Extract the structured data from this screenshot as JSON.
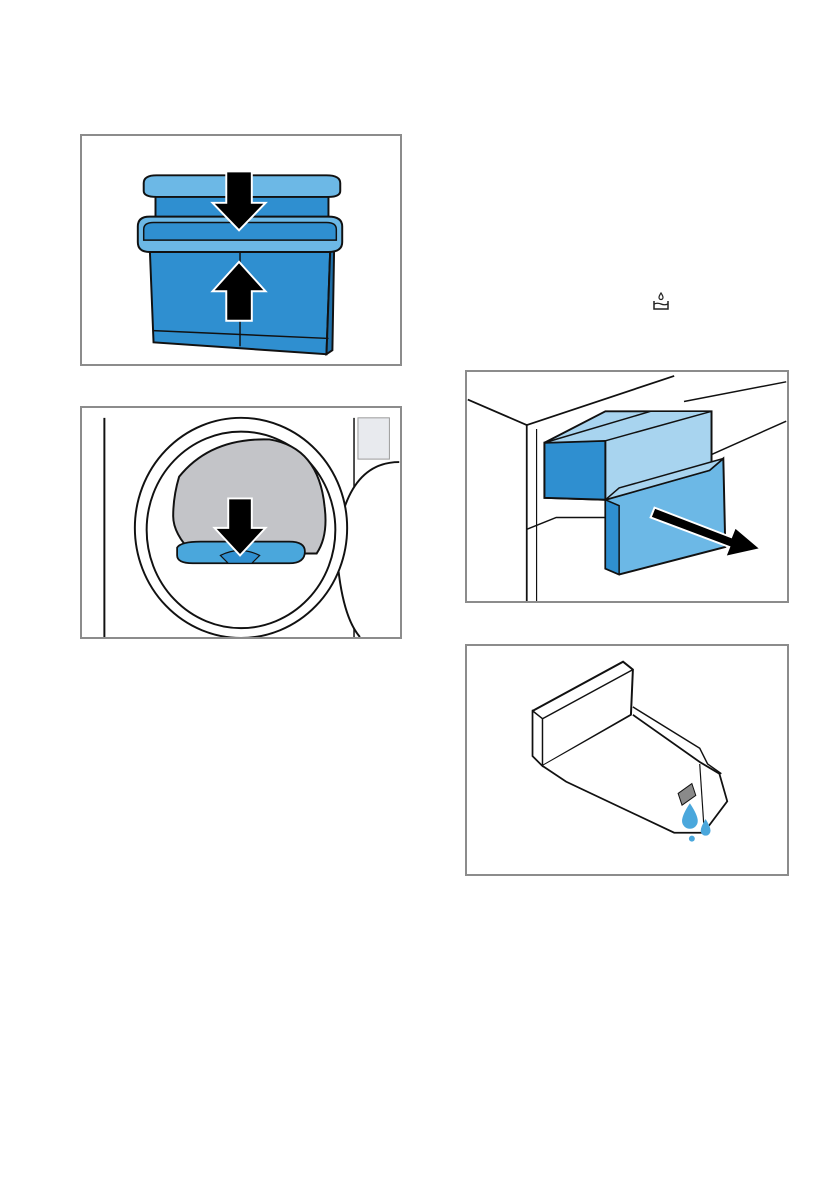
{
  "page": {
    "figures": [
      {
        "id": "filter-insert",
        "icon": "filter-insert-press-icon"
      },
      {
        "id": "door-filter",
        "icon": "door-filter-insert-icon"
      },
      {
        "id": "condensate-drawer",
        "icon": "pull-out-drawer-icon"
      },
      {
        "id": "drawer-drain",
        "icon": "drain-water-icon"
      }
    ],
    "inline_symbol": {
      "icon": "empty-water-tank-icon"
    }
  },
  "colors": {
    "blue_dark": "#2f8fd0",
    "blue_mid": "#4aa7dc",
    "blue_light": "#a8d4ef",
    "grey_fill": "#c3c4c8",
    "frame": "#8c8c8c"
  }
}
